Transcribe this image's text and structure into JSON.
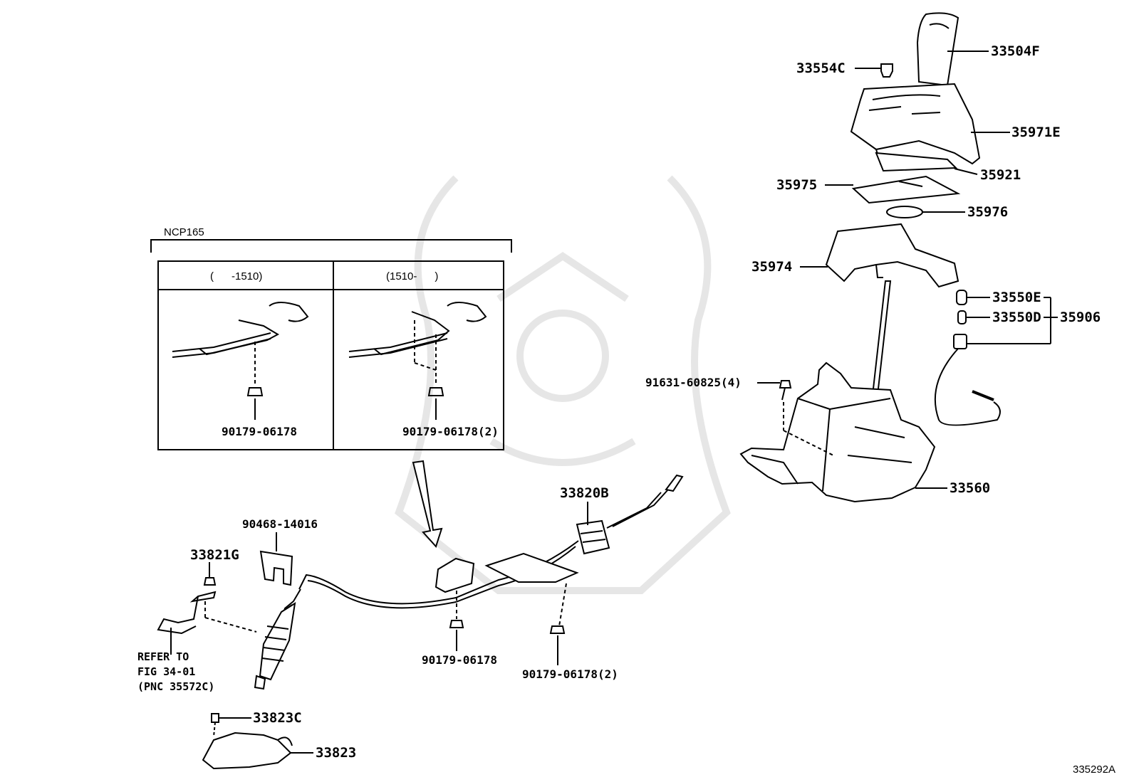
{
  "inset": {
    "model": "NCP165",
    "panel_left_header": "(      -1510)",
    "panel_right_header": "(1510-      )",
    "panel_left_part": "90179-06178",
    "panel_right_part": "90179-06178(2)"
  },
  "parts": {
    "p33504F": "33504F",
    "p33554C": "33554C",
    "p35971E": "35971E",
    "p35921": "35921",
    "p35975": "35975",
    "p35976": "35976",
    "p35974": "35974",
    "p33550E": "33550E",
    "p33550D": "33550D",
    "p35906": "35906",
    "p91631": "91631-60825(4)",
    "p33560": "33560",
    "p33820B": "33820B",
    "p90468": "90468-14016",
    "p33821G": "33821G",
    "p90179_a": "90179-06178",
    "p90179_b": "90179-06178(2)",
    "p33823C": "33823C",
    "p33823": "33823"
  },
  "refer_note": "REFER TO\nFIG 34-01\n(PNC 35572C)",
  "figure_code": "335292A"
}
